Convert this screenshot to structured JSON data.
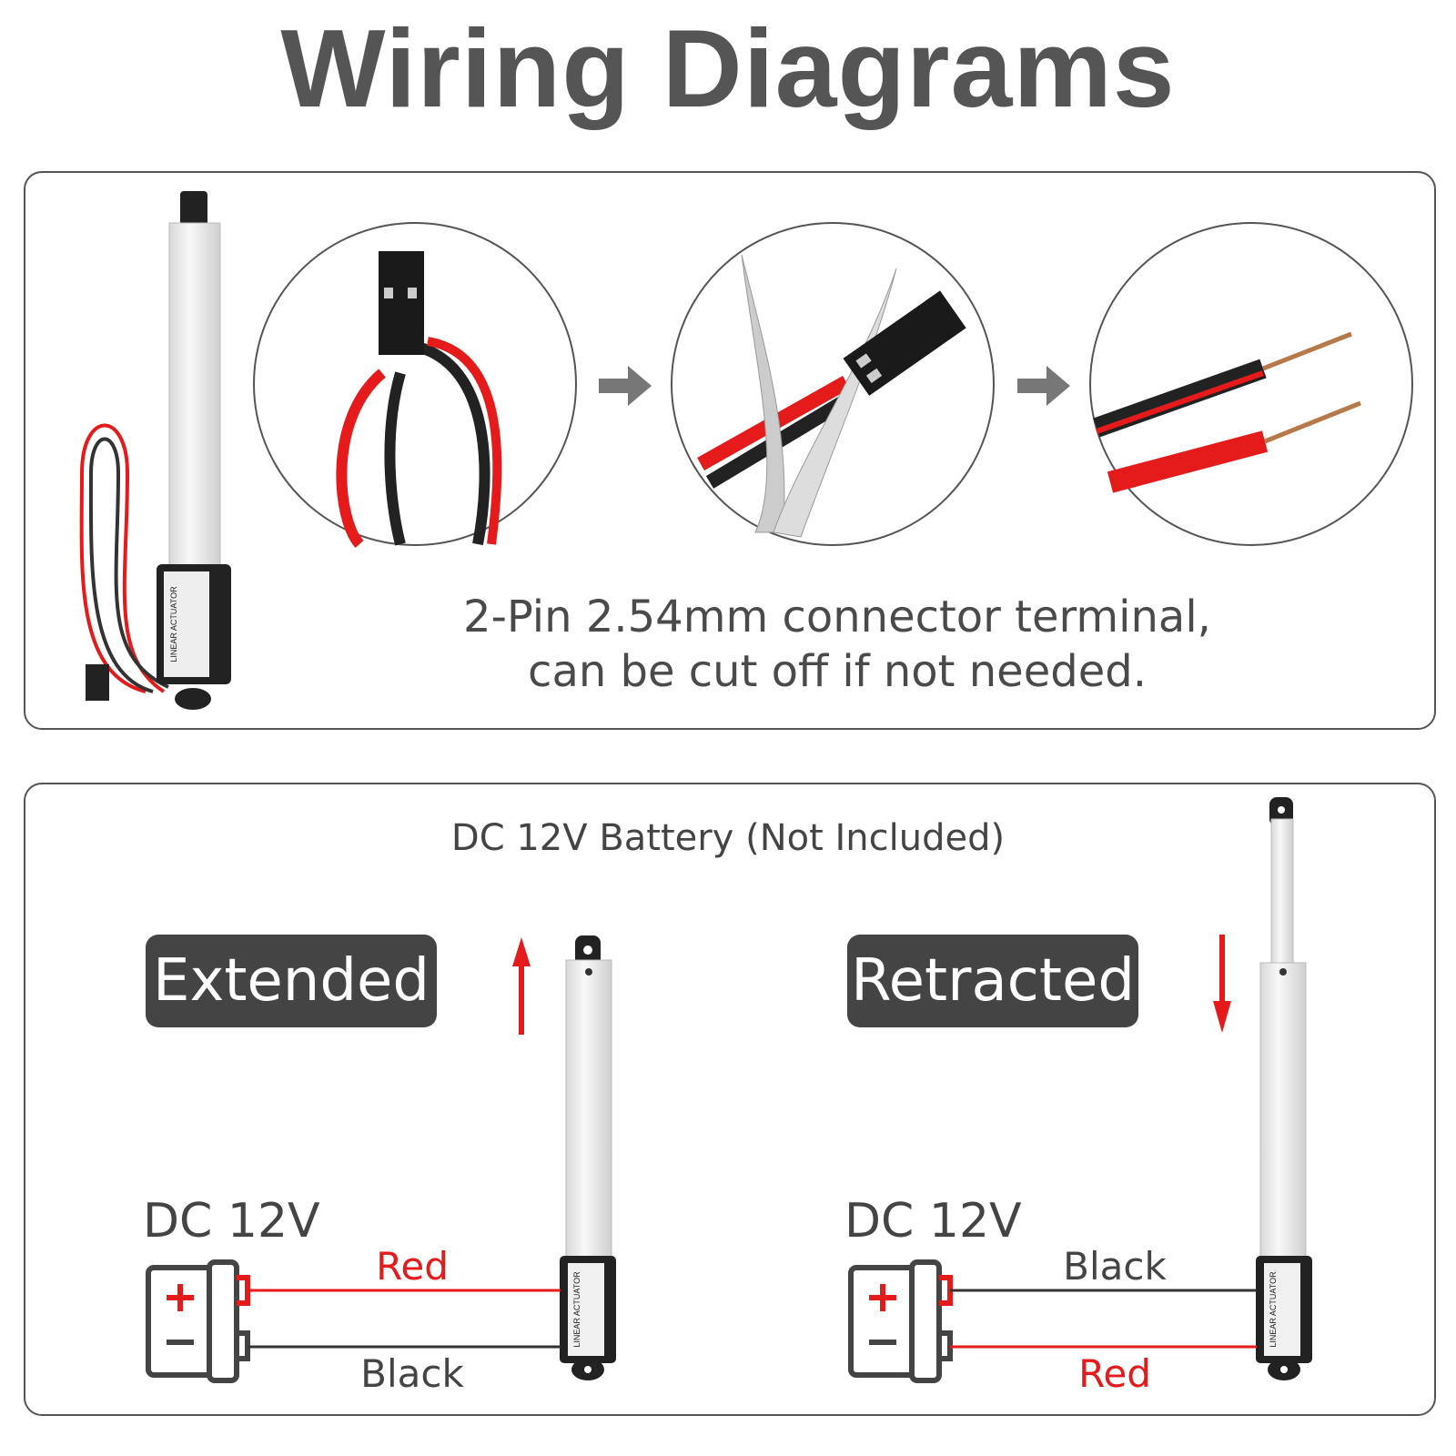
{
  "title": "Wiring Diagrams",
  "top_panel": {
    "caption_line1": "2-Pin 2.54mm connector terminal,",
    "caption_line2": "can be cut off if not needed."
  },
  "bottom_panel": {
    "battery_note": "DC 12V Battery (Not Included)",
    "extended": {
      "label": "Extended",
      "voltage": "DC 12V",
      "top_wire": "Red",
      "bottom_wire": "Black"
    },
    "retracted": {
      "label": "Retracted",
      "voltage": "DC 12V",
      "top_wire": "Black",
      "bottom_wire": "Red"
    },
    "battery_plus": "+",
    "battery_minus": "−",
    "actuator_label": "LINEAR ACTUATOR"
  },
  "colors": {
    "red": "#e51a1a",
    "dark": "#444444",
    "black_wire": "#333333"
  }
}
